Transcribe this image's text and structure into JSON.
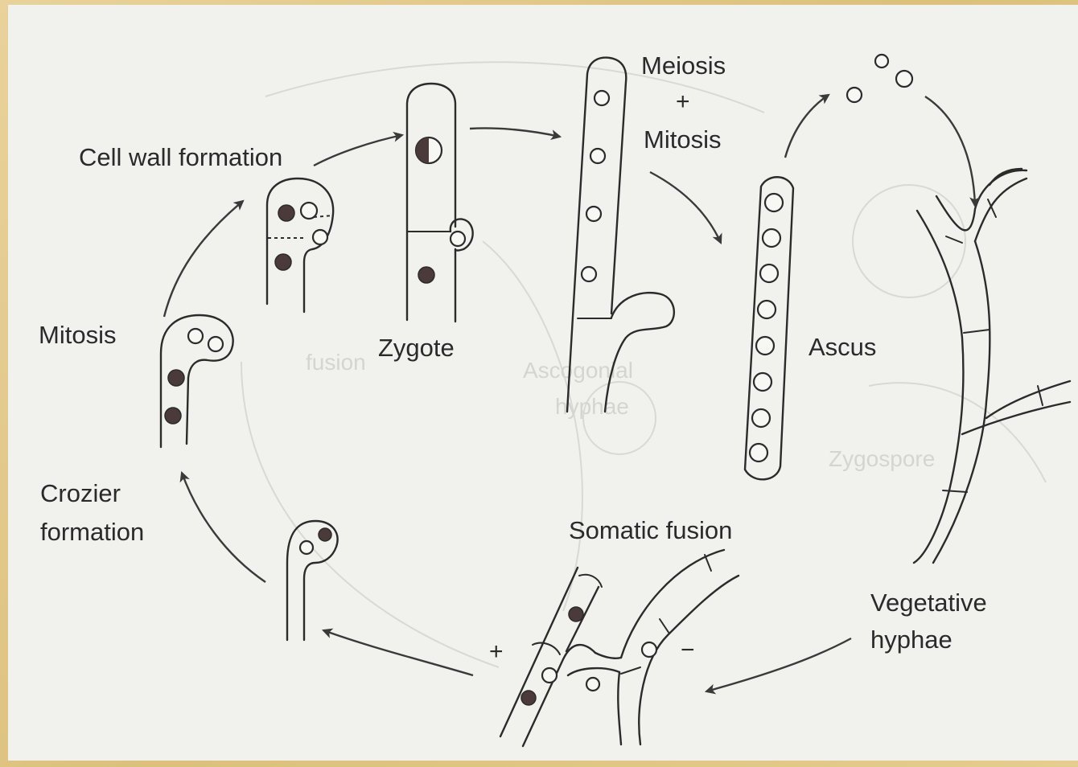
{
  "labels": {
    "cell_wall_formation": "Cell wall formation",
    "zygote": "Zygote",
    "meiosis": "Meiosis",
    "plus_sign": "+",
    "mitosis_after_meiosis": "Mitosis",
    "ascus": "Ascus",
    "mitosis": "Mitosis",
    "crozier_formation_line1": "Crozier",
    "crozier_formation_line2": "formation",
    "somatic_fusion": "Somatic fusion",
    "vegetative_hyphae_line1": "Vegetative",
    "vegetative_hyphae_line2": "hyphae",
    "mating_plus": "+",
    "mating_minus": "−"
  },
  "colors": {
    "frame": "#e4c98a",
    "paper": "#f1f2ee",
    "ink": "#2b2b2b",
    "filled_nucleus": "#4a3a3a"
  }
}
